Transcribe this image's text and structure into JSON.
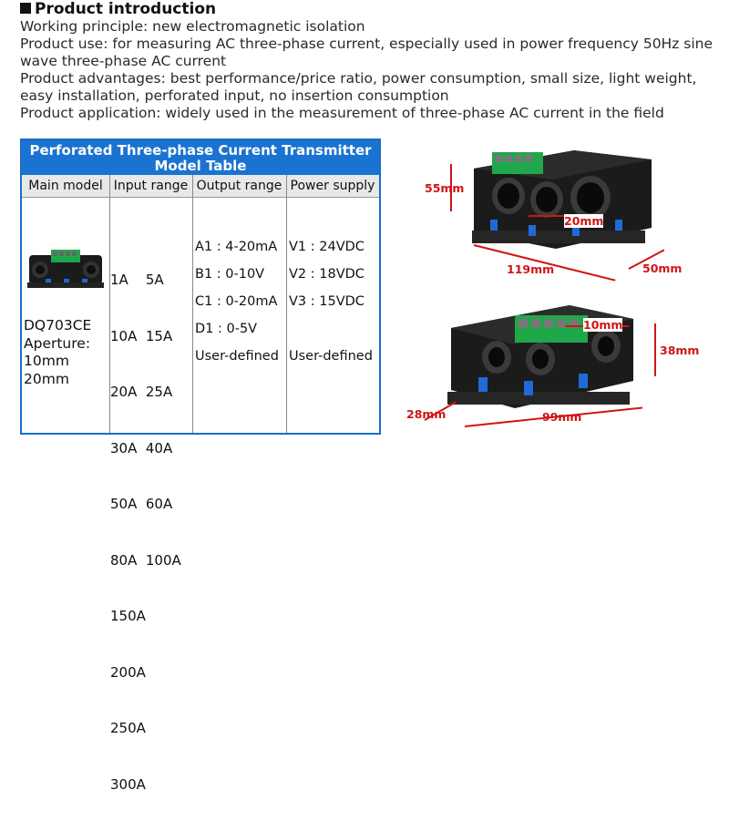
{
  "intro": {
    "title": "Product introduction",
    "lines": [
      "Working principle: new electromagnetic isolation",
      "Product use: for measuring AC three-phase current, especially used in power frequency 50Hz sine",
      "wave three-phase AC current",
      "Product advantages: best performance/price ratio, power consumption, small size, light weight,",
      "easy installation, perforated input, no insertion consumption",
      "Product application: widely used in the measurement of three-phase AC current in the field"
    ]
  },
  "table": {
    "title_line1": "Perforated Three-phase Current Transmitter",
    "title_line2": "Model Table",
    "headers": [
      "Main model",
      "Input range",
      "Output range",
      "Power supply"
    ],
    "main_model": [
      "DQ703CE",
      "Aperture:",
      "10mm",
      "20mm"
    ],
    "input_range": [
      "1A    5A",
      "10A  15A",
      "20A  25A",
      "30A  40A",
      "50A  60A",
      "80A  100A",
      "150A",
      "200A",
      "250A",
      "300A"
    ],
    "output_range": [
      "A1 : 4-20mA",
      "B1 : 0-10V",
      "C1 : 0-20mA",
      "D1 : 0-5V",
      "User-defined"
    ],
    "power_supply": [
      "V1 : 24VDC",
      "V2 : 18VDC",
      "V3 : 15VDC",
      "User-defined"
    ]
  },
  "dimensions": {
    "top_height": "55mm",
    "top_hole": "20mm",
    "top_length": "119mm",
    "top_width": "50mm",
    "bottom_hole": "10mm",
    "bottom_height": "38mm",
    "bottom_width": "28mm",
    "bottom_length": "99mm"
  },
  "colors": {
    "header_blue": "#1a73d0",
    "dim_red": "#d01515",
    "terminal_green": "#1fa84a",
    "body_black": "#1b1b1b"
  }
}
